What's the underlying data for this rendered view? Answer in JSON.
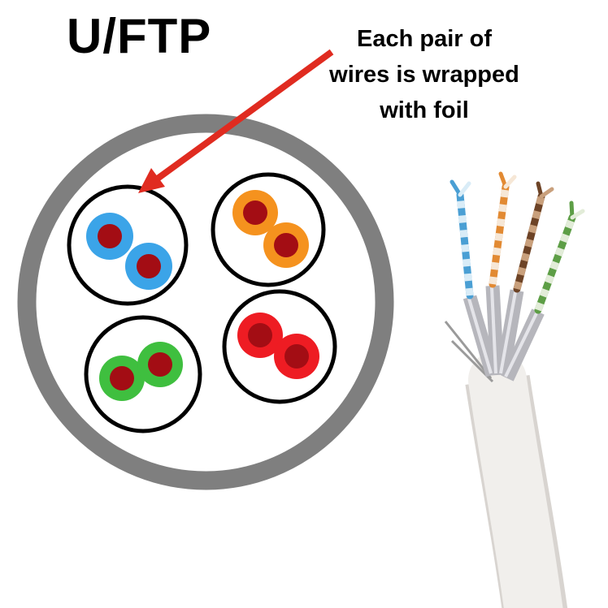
{
  "title": "U/FTP",
  "annotation": {
    "lines": [
      "Each pair of",
      "wires is wrapped",
      "with foil"
    ],
    "arrow_color": "#e02b20"
  },
  "diagram": {
    "jacket_color": "#7f7f7f",
    "wrap_stroke_color": "#000000",
    "conductor_color": "#a30d14",
    "pairs": [
      {
        "name": "blue-pair",
        "color": "#3ba4e8"
      },
      {
        "name": "orange-pair",
        "color": "#f5921e"
      },
      {
        "name": "green-pair",
        "color": "#3fbf3f"
      },
      {
        "name": "red-pair",
        "color": "#ee1c23"
      }
    ]
  },
  "photo": {
    "jacket_color": "#f1efec",
    "jacket_edge_color": "#d8d4d0",
    "foil_color": "#b6b6bc",
    "foil_highlight_color": "#e4e4e9",
    "drain_wire_color": "#9a9a9a",
    "pairs": [
      {
        "name": "blue-pair",
        "color": "#4a9fd4",
        "mate_color": "#d9ecf7"
      },
      {
        "name": "orange-pair",
        "color": "#e28a33",
        "mate_color": "#f6e7d6"
      },
      {
        "name": "brown-pair",
        "color": "#6d4326",
        "mate_color": "#c9a07c"
      },
      {
        "name": "green-pair",
        "color": "#5d9e46",
        "mate_color": "#e2ecd8"
      }
    ]
  }
}
